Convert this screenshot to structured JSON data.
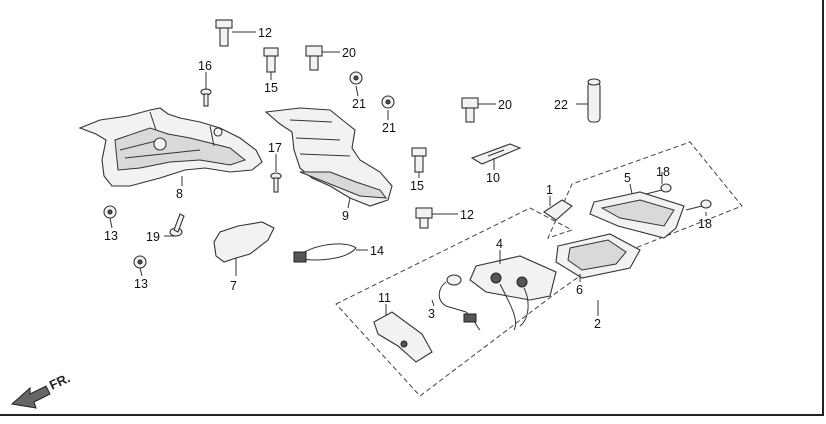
{
  "labels": {
    "p1": "1",
    "p2": "2",
    "p3": "3",
    "p4": "4",
    "p5": "5",
    "p6": "6",
    "p7": "7",
    "p8": "8",
    "p9": "9",
    "p10": "10",
    "p11": "11",
    "p12a": "12",
    "p12b": "12",
    "p13a": "13",
    "p13b": "13",
    "p14": "14",
    "p15a": "15",
    "p15b": "15",
    "p16": "16",
    "p17": "17",
    "p18a": "18",
    "p18b": "18",
    "p19": "19",
    "p20a": "20",
    "p20b": "20",
    "p21a": "21",
    "p21b": "21",
    "p22": "22"
  },
  "direction_label": "FR."
}
